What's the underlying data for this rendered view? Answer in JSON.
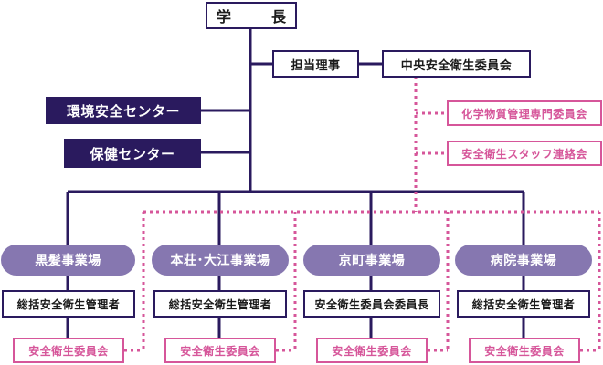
{
  "president": "学　長",
  "director": "担当理事",
  "central_committee": "中央安全衛生委員会",
  "sub_committees": [
    "化学物質管理専門委員会",
    "安全衛生スタッフ連絡会"
  ],
  "centers": [
    "環境安全センター",
    "保健センター"
  ],
  "sites": [
    {
      "name": "黒髪事業場",
      "manager": "総括安全衛生管理者",
      "committee": "安全衛生委員会"
    },
    {
      "name": "本荘･大江事業場",
      "manager": "総括安全衛生管理者",
      "committee": "安全衛生委員会"
    },
    {
      "name": "京町事業場",
      "manager": "安全衛生委員会委員長",
      "committee": "安全衛生委員会"
    },
    {
      "name": "病院事業場",
      "manager": "総括安全衛生管理者",
      "committee": "安全衛生委員会"
    }
  ],
  "colors": {
    "navy": "#2a1a5e",
    "purple": "#8677b0",
    "pink": "#d6569a"
  }
}
